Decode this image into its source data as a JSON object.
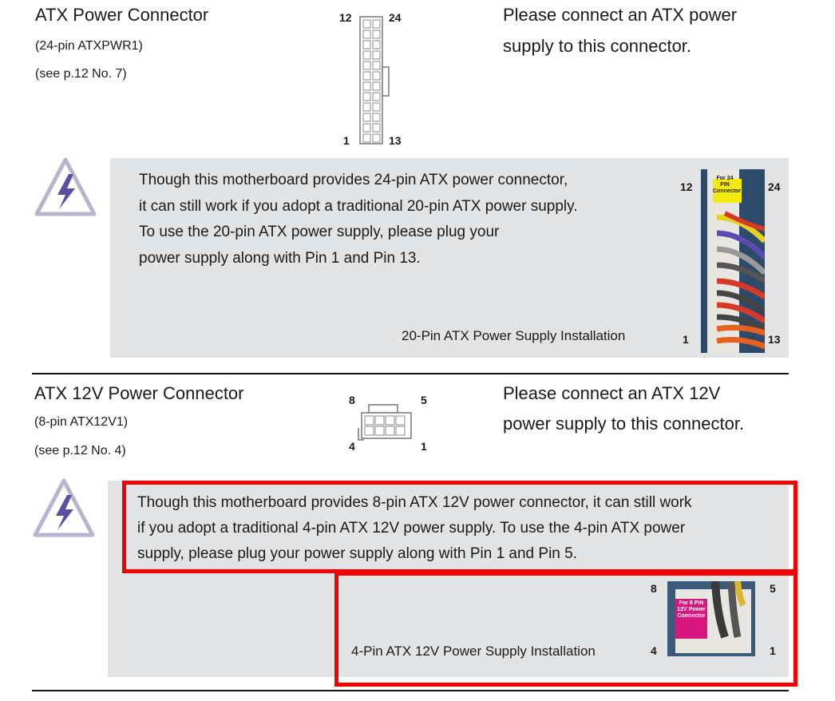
{
  "section1": {
    "title": "ATX Power Connector",
    "subtitle": "(24-pin ATXPWR1)",
    "reference": "(see p.12  No. 7)",
    "description_lines": [
      "Please connect an ATX power",
      "supply to this connector."
    ],
    "diagram_pins": {
      "top_left": "12",
      "top_right": "24",
      "bottom_left": "1",
      "bottom_right": "13"
    },
    "note_lines": [
      "Though this motherboard provides 24-pin ATX power connector,",
      "it can still work if you adopt a traditional 20-pin ATX power supply.",
      "To use the 20-pin ATX power supply, please plug your",
      "power supply along with Pin 1 and Pin 13."
    ],
    "caption": "20-Pin ATX Power Supply Installation",
    "photo_pins": {
      "top_left": "12",
      "top_right": "24",
      "bottom_left": "1",
      "bottom_right": "13"
    },
    "photo_sticker": "For 24 PIN Connector"
  },
  "section2": {
    "title": "ATX 12V Power Connector",
    "subtitle": "(8-pin  ATX12V1)",
    "reference": "(see p.12  No. 4)",
    "description_lines": [
      "Please connect an ATX 12V",
      "power supply to this connector."
    ],
    "diagram_pins": {
      "top_left": "8",
      "top_right": "5",
      "bottom_left": "4",
      "bottom_right": "1"
    },
    "note_lines": [
      "Though this motherboard provides 8-pin ATX 12V power connector, it can still work",
      "if you adopt a traditional 4-pin ATX 12V power supply. To use the 4-pin ATX power",
      "supply, please plug your power supply along with Pin 1 and Pin 5."
    ],
    "caption": "4-Pin ATX 12V Power Supply Installation",
    "photo_pins": {
      "top_left": "8",
      "top_right": "5",
      "bottom_left": "4",
      "bottom_right": "1"
    },
    "photo_sticker": "For 8 PIN 12V Power Connector"
  },
  "colors": {
    "highlight": "#f40000",
    "note_bg": "#e2e3e4",
    "icon": "#5a4fa0"
  }
}
